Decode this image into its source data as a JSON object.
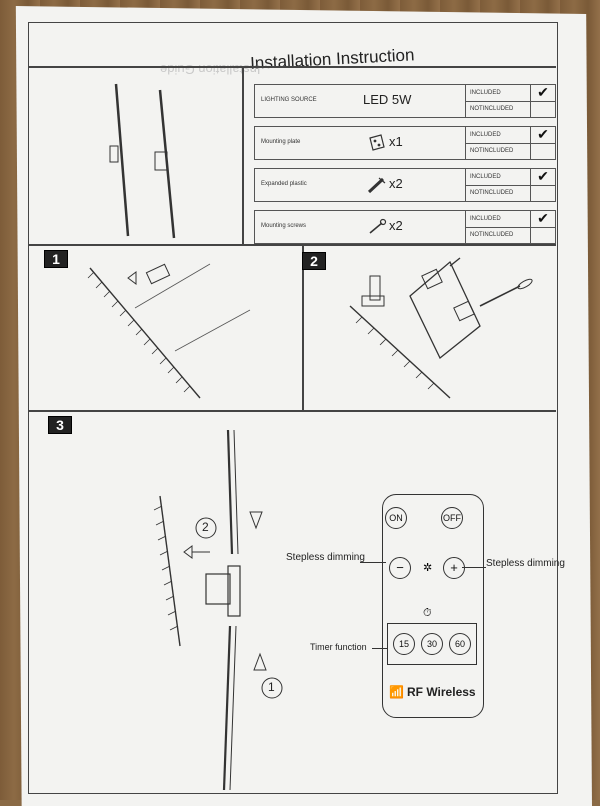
{
  "document": {
    "title": "Installation Instruction",
    "ghost_text": "Installation Guide"
  },
  "parts": [
    {
      "label": "LIGHTING SOURCE",
      "item": "LED 5W",
      "included": "INCLUDED",
      "not_included": "NOTINCLUDED",
      "check": "✔"
    },
    {
      "label": "Mounting plate",
      "item": "x1",
      "included": "INCLUDED",
      "not_included": "NOTINCLUDED",
      "check": "✔"
    },
    {
      "label": "Expanded plastic",
      "item": "x2",
      "included": "INCLUDED",
      "not_included": "NOTINCLUDED",
      "check": "✔"
    },
    {
      "label": "Mounting screws",
      "item": "x2",
      "included": "INCLUDED",
      "not_included": "NOTINCLUDED",
      "check": "✔"
    }
  ],
  "steps": {
    "step1": "1",
    "step2": "2",
    "step3": "3",
    "circle_2": "2",
    "circle_1": "1"
  },
  "remote": {
    "on": "ON",
    "off": "OFF",
    "minus": "−",
    "plus": "+",
    "stepless_left": "Stepless dimming",
    "stepless_right": "Stepless dimming",
    "timer_label": "Timer function",
    "timer_15": "15",
    "timer_30": "30",
    "timer_60": "60",
    "brand": "RF Wireless"
  }
}
